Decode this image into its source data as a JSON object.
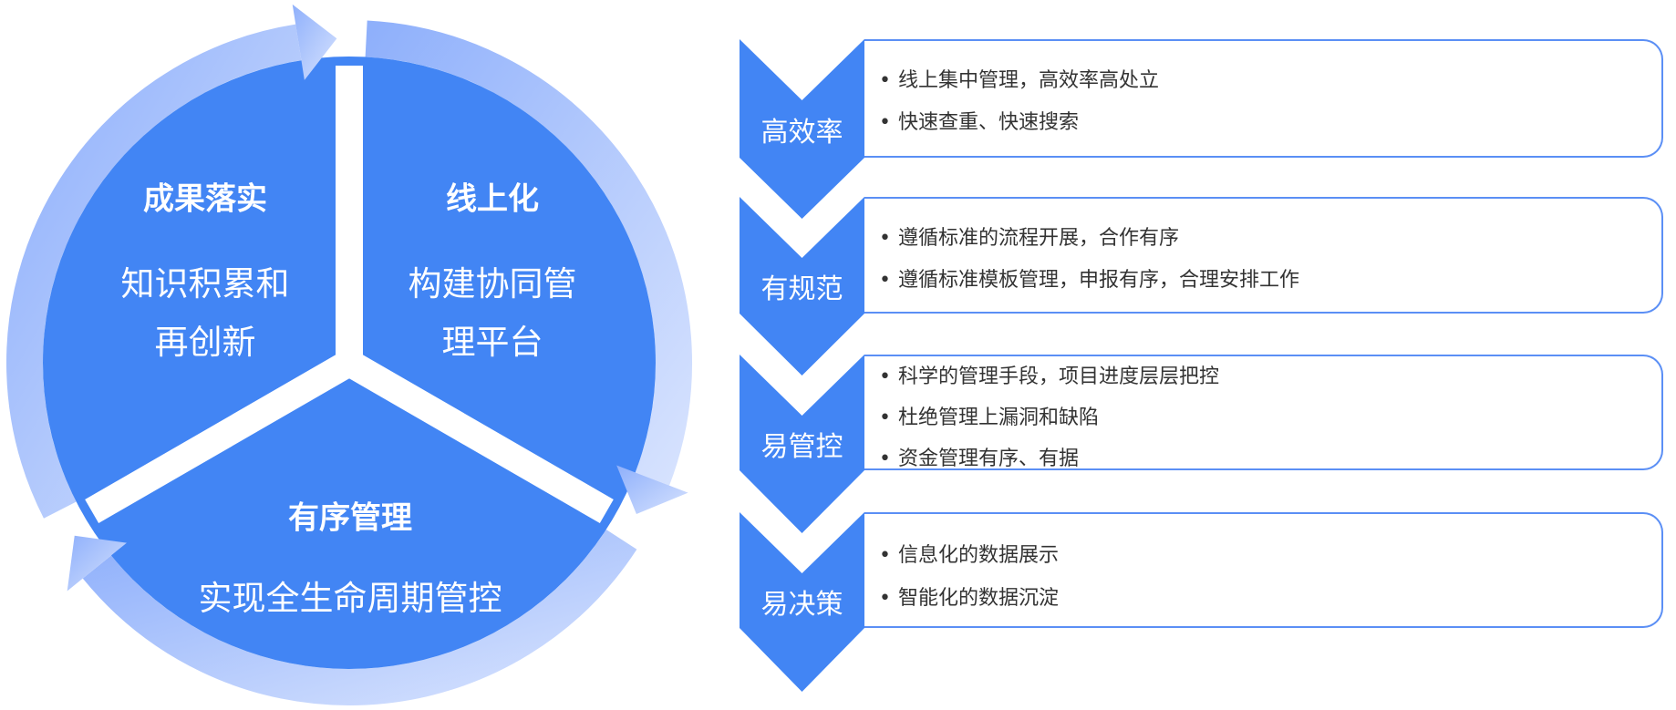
{
  "colors": {
    "primary": "#4285f4",
    "ring_start": "#8fb0fb",
    "ring_end": "#d6e2fe",
    "border": "#5b8ff5",
    "text": "#333333"
  },
  "cycle": [
    {
      "title": "成果落实",
      "lines": [
        "知识积累和",
        "再创新"
      ]
    },
    {
      "title": "线上化",
      "lines": [
        "构建协同管",
        "理平台"
      ]
    },
    {
      "title": "有序管理",
      "lines": [
        "实现全生命周期管控"
      ]
    }
  ],
  "features": [
    {
      "label": "高效率",
      "bullets": [
        "线上集中管理，高效率高处立",
        "快速查重、快速搜索"
      ]
    },
    {
      "label": "有规范",
      "bullets": [
        "遵循标准的流程开展，合作有序",
        "遵循标准模板管理，申报有序，合理安排工作"
      ]
    },
    {
      "label": "易管控",
      "bullets": [
        "科学的管理手段，项目进度层层把控",
        "杜绝管理上漏洞和缺陷",
        "资金管理有序、有据"
      ]
    },
    {
      "label": "易决策",
      "bullets": [
        "信息化的数据展示",
        "智能化的数据沉淀"
      ]
    }
  ]
}
